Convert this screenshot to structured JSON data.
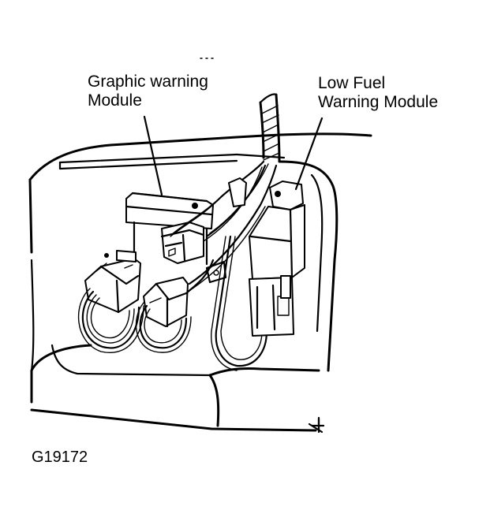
{
  "labels": {
    "graphic_warning_module": [
      "Graphic warning",
      "Module"
    ],
    "low_fuel_warning_module": [
      "Low Fuel",
      "Warning Module"
    ]
  },
  "figure_id": "G19172"
}
